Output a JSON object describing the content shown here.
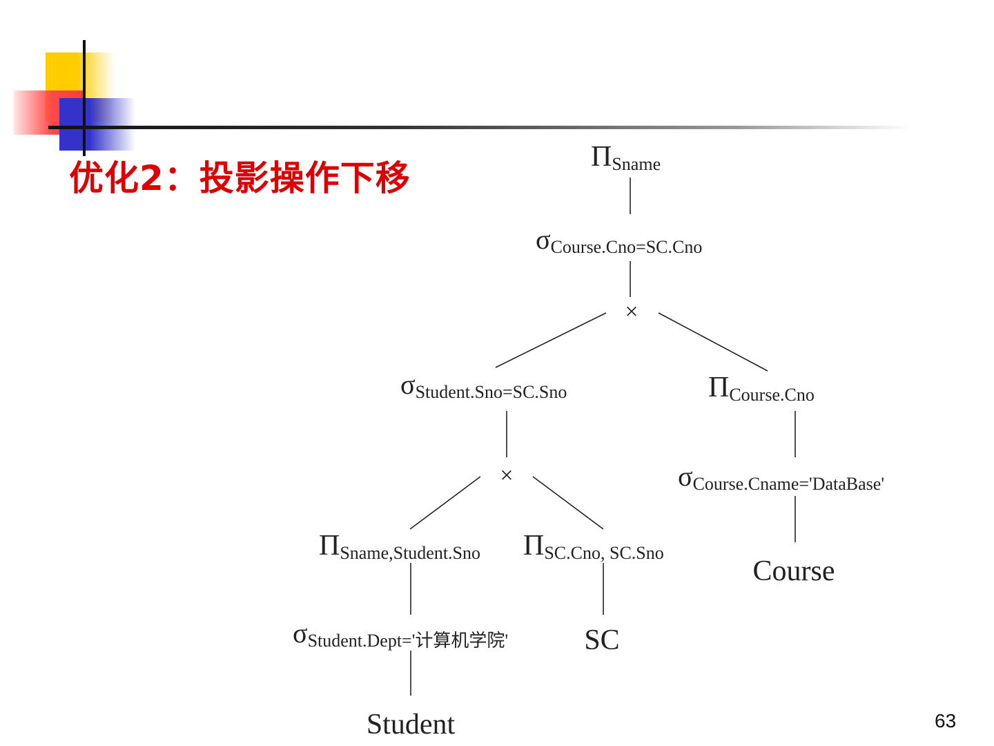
{
  "title": "优化2：投影操作下移",
  "page_number": "63",
  "tree": {
    "nodes": {
      "root_proj": {
        "op": "Π",
        "sub": "Sname"
      },
      "root_select": {
        "op": "σ",
        "sub": "Course.Cno=SC.Cno"
      },
      "cross_top": {
        "op": "×",
        "sub": ""
      },
      "select_sno": {
        "op": "σ",
        "sub": "Student.Sno=SC.Sno"
      },
      "proj_course_cno": {
        "op": "Π",
        "sub": "Course.Cno"
      },
      "cross_bottom": {
        "op": "×",
        "sub": ""
      },
      "select_cname": {
        "op": "σ",
        "sub": "Course.Cname='DataBase'"
      },
      "proj_sname_sno": {
        "op": "Π",
        "sub": "Sname,Student.Sno"
      },
      "proj_sc": {
        "op": "Π",
        "sub": "SC.Cno, SC.Sno"
      },
      "rel_course": {
        "op": "Course",
        "sub": ""
      },
      "select_dept": {
        "op": "σ",
        "sub": "Student.Dept='计算机学院'"
      },
      "rel_sc": {
        "op": "SC",
        "sub": ""
      },
      "rel_student": {
        "op": "Student",
        "sub": ""
      }
    }
  }
}
